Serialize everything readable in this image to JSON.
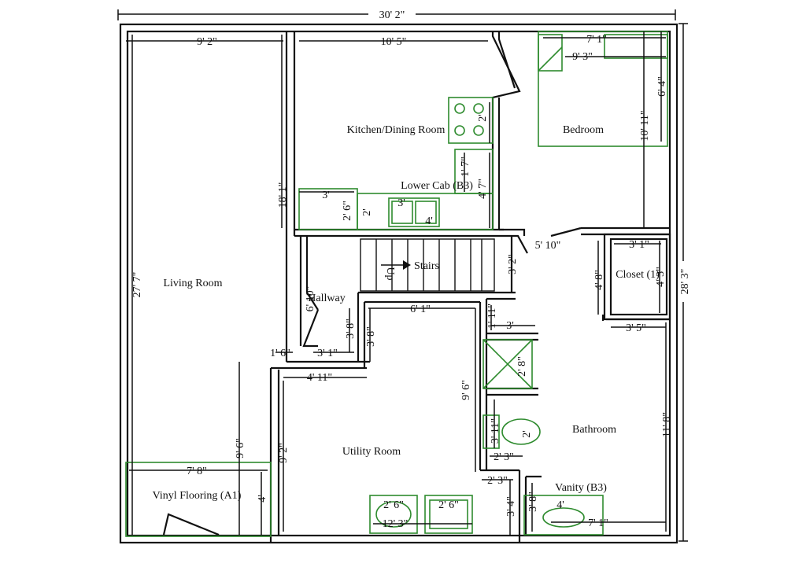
{
  "rooms": {
    "living_room": "Living Room",
    "kitchen": "Kitchen/Dining Room",
    "bedroom": "Bedroom",
    "lower_cab": "Lower Cab (B3)",
    "stairs": "Stairs",
    "up": "Up",
    "hallway": "Hallway",
    "closet": "Closet (1)",
    "utility_room": "Utility Room",
    "bathroom": "Bathroom",
    "vinyl": "Vinyl Flooring (A1)",
    "vanity": "Vanity (B3)"
  },
  "dims": {
    "overall_width": "30' 2\"",
    "overall_depth": "28' 3\"",
    "living_width": "9' 2\"",
    "living_depth": "27' 7\"",
    "kitchen_width": "10' 5\"",
    "kitchen_depth": "18' 1\"",
    "bed_7": "7' 1\"",
    "bed_9_3": "9' 3\"",
    "bed_6_4": "6' 4\"",
    "bed_10_11": "10' 11\"",
    "range_2": "2'",
    "cab_1_7": "1' 7\"",
    "cab_4_7": "4' 7\"",
    "counter_3": "3'",
    "counter_2_6": "2' 6\"",
    "counter_2": "2'",
    "sink_3": "3'",
    "sink_4": "4'",
    "door_5_10": "5' 10\"",
    "closet_3_1": "3' 1\"",
    "closet_4_8": "4' 8\"",
    "closet_4_3": "4' 3\"",
    "stair_3_2": "3' 2\"",
    "hall_6_10": "6' 10\"",
    "hall_6_1": "6' 1\"",
    "hall_3_8a": "3' 8\"",
    "hall_3_8b": "3' 8\"",
    "hall_1_6": "1' 6\"",
    "hall_3_1": "3' 1\"",
    "bath_1_11": "1' 11\"",
    "bath_3": "3'",
    "bath_3_5": "3' 5\"",
    "shower_2_8": "2' 8\"",
    "util_9_6": "9' 6\"",
    "util_4_11": "4' 11\"",
    "util_9_2": "9' 2\"",
    "living_9_6": "9' 6\"",
    "toilet_3_11": "3' 11\"",
    "toilet_2": "2'",
    "toilet_2_3": "2' 3\"",
    "bath_2_3": "2' 3\"",
    "bath_11_8": "11' 8\"",
    "vinyl_7_8": "7' 8\"",
    "vinyl_4": "4'",
    "wash_2_6a": "2' 6\"",
    "wash_2_6b": "2' 6\"",
    "util_12_3": "12' 3\"",
    "bath_3_4": "3' 4\"",
    "vanity_3_8": "3' 8\"",
    "vanity_4": "4'",
    "vanity_7_1": "7' 1\""
  },
  "colors": {
    "wall": "#111111",
    "fixture": "#2e8b2e"
  }
}
